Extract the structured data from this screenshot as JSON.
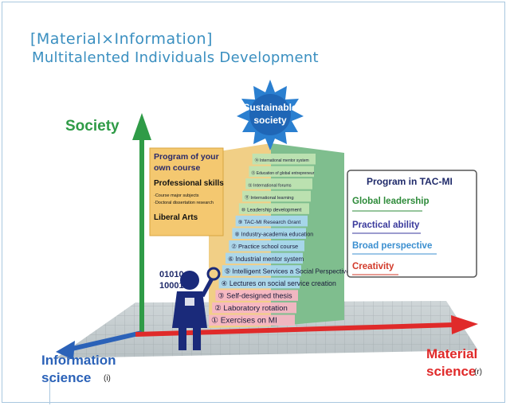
{
  "header": {
    "title_line1": "[Material×Information]",
    "title_line2": "Multitalented Individuals Development"
  },
  "badge": {
    "line1": "Sustainable",
    "line2": "society"
  },
  "axes": {
    "society": "Society",
    "information_1": "Information",
    "information_2": "science",
    "information_mark": "(i)",
    "material_1": "Material",
    "material_2": "science",
    "material_mark": "(r)"
  },
  "board": {
    "line1": "Program of your",
    "line2": "own course",
    "line3": "Professional skills",
    "line4": "·Course major subjects",
    "line5": "·Doctoral dissertation research",
    "line6": "Liberal Arts"
  },
  "binary": {
    "line1": "01010",
    "line2": "10001"
  },
  "steps": [
    "① Exercises on MI",
    "② Laboratory rotation",
    "③ Self-designed thesis",
    "④ Lectures on social service creation",
    "⑤ Intelligent Services a Social Perspective",
    "⑥ Industrial mentor system",
    "⑦ Practice school course",
    "⑧ Industry-academia education",
    "⑨ TAC-MI Research Grant",
    "⑩ Leadership development",
    "⑪ International learning",
    "⑫ International forums",
    "⑬ Education of global entrepreneur",
    "⑭ International mentor system"
  ],
  "panel": {
    "title": "Program in TAC-MI",
    "items": [
      "Global leadership",
      "Practical ability",
      "Broad perspective",
      "Creativity"
    ]
  },
  "colors": {
    "header": "#3a8fc0",
    "society_arrow": "#2f9b47",
    "material_arrow": "#e02a2a",
    "information_arrow": "#2b62b8",
    "global_leadership": "#2e8b3a",
    "practical_ability": "#3a3a9c",
    "broad_perspective": "#3b8fd0",
    "creativity": "#d23a2a"
  }
}
